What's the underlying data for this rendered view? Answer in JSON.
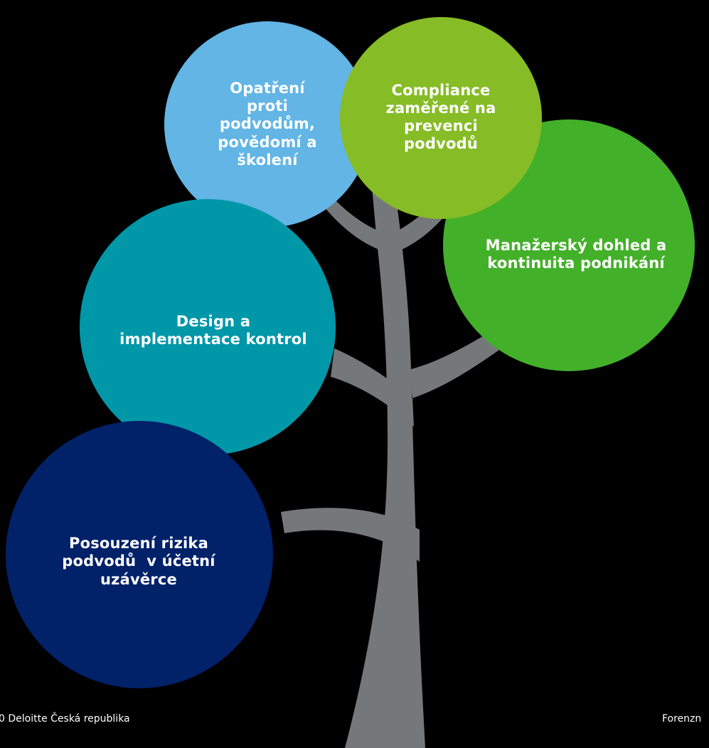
{
  "colors": {
    "background": "#000000",
    "trunk": "#75787b",
    "circle_fraud_risk": "#012169",
    "circle_design_controls": "#0097a9",
    "circle_awareness": "#62b5e5",
    "circle_compliance": "#86bc25",
    "circle_management": "#43b02a",
    "text": "#ffffff"
  },
  "circles": {
    "awareness": {
      "line1": "Opatření",
      "line2": "proti",
      "line3": "podvodům,",
      "line4": "povědomí a",
      "line5": "školení"
    },
    "compliance": {
      "line1": "Compliance",
      "line2": "zaměřené na",
      "line3": "prevenci",
      "line4": "podvodů"
    },
    "management": {
      "line1": "Manažerský dohled a",
      "line2": "kontinuita podnikání"
    },
    "design": {
      "line1": "Design a",
      "line2": "implementace kontrol"
    },
    "fraud_risk": {
      "line1": "Posouzení rizika",
      "line2": "podvodů  v účetní",
      "line3": "uzávěrce"
    }
  },
  "footer": {
    "left": "0 Deloitte Česká republika",
    "right": "Forenzn"
  }
}
